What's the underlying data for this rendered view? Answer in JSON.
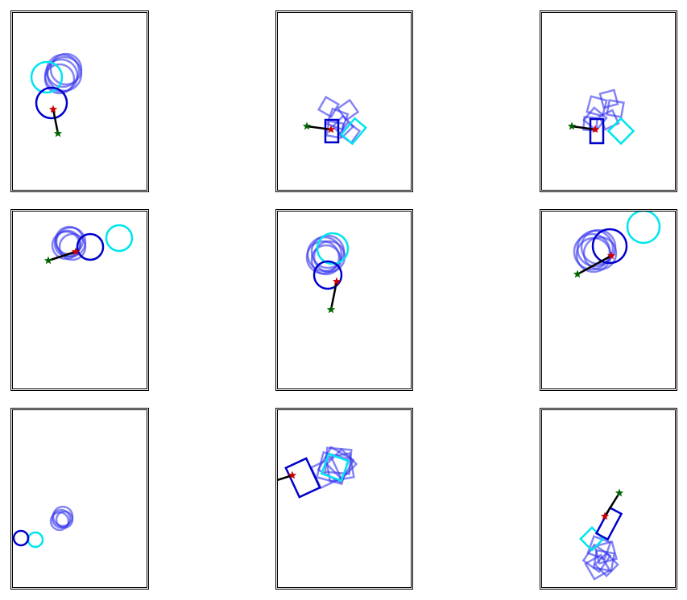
{
  "colors": {
    "panel_border": "#000000",
    "history_shape": "#3333ee",
    "current_shape": "#0000cc",
    "goal_shape": "#00e5ee",
    "path_line": "#000000",
    "start_star": "#006400",
    "end_star": "#cc0000"
  },
  "icons": {
    "start_marker": "star-icon",
    "end_marker": "star-icon"
  },
  "grid": {
    "rows": 3,
    "columns": 3,
    "panel_shapes": [
      "circle",
      "square",
      "square",
      "circle",
      "circle",
      "circle",
      "circle",
      "square",
      "square"
    ]
  }
}
